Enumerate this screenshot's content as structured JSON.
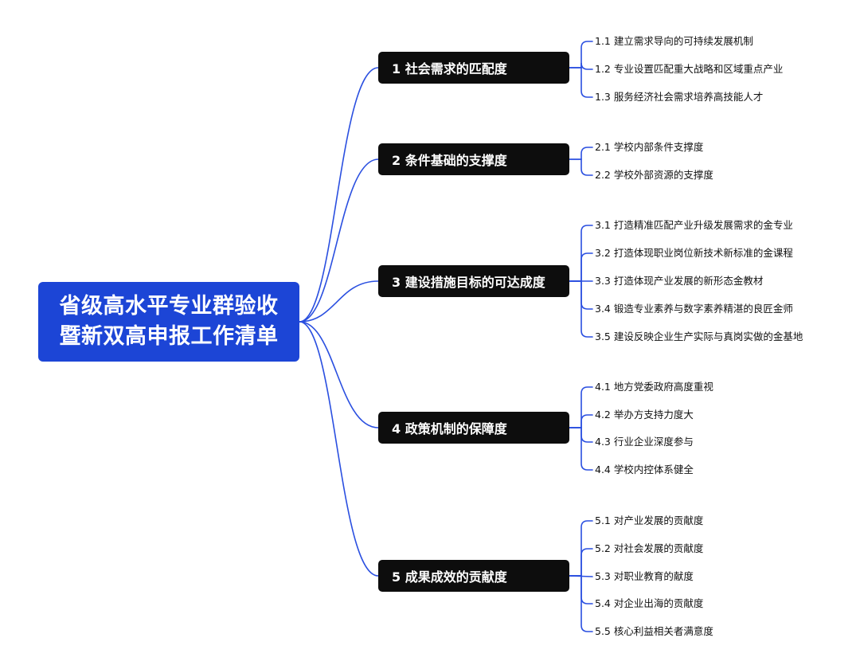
{
  "colors": {
    "accent": "#1c45d6",
    "node_dark": "#0d0d0d",
    "connector": "#2a4fe0"
  },
  "root": {
    "line1": "省级高水平专业群验收",
    "line2": "暨新双高申报工作清单"
  },
  "branches": [
    {
      "label": "1 社会需求的匹配度",
      "items": [
        "1.1 建立需求导向的可持续发展机制",
        "1.2 专业设置匹配重大战略和区域重点产业",
        "1.3 服务经济社会需求培养高技能人才"
      ]
    },
    {
      "label": "2 条件基础的支撑度",
      "items": [
        "2.1  学校内部条件支撑度",
        "2.2 学校外部资源的支撑度"
      ]
    },
    {
      "label": "3 建设措施目标的可达成度",
      "items": [
        "3.1  打造精准匹配产业升级发展需求的金专业",
        "3.2 打造体现职业岗位新技术新标准的金课程",
        "3.3  打造体现产业发展的新形态金教材",
        "3.4  锻造专业素养与数字素养精湛的良匠金师",
        "3.5 建设反映企业生产实际与真岗实做的金基地"
      ]
    },
    {
      "label": "4 政策机制的保障度",
      "items": [
        "4.1  地方党委政府高度重视",
        "4.2  举办方支持力度大",
        "4.3  行业企业深度参与",
        "4.4 学校内控体系健全"
      ]
    },
    {
      "label": "5 成果成效的贡献度",
      "items": [
        "5.1  对产业发展的贡献度",
        "5.2  对社会发展的贡献度",
        "5.3  对职业教育的献度",
        "5.4  对企业出海的贡献度",
        "5.5  核心利益相关者满意度"
      ]
    }
  ]
}
